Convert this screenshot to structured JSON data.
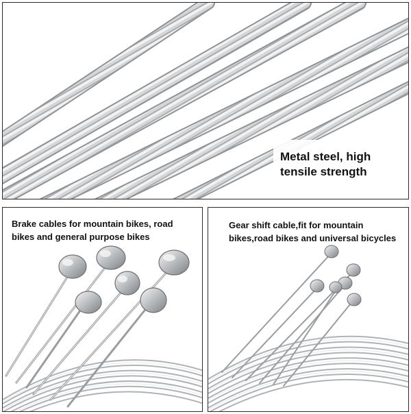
{
  "panels": {
    "top": {
      "caption": "Metal steel, high tensile strength"
    },
    "left": {
      "caption": "Brake cables for mountain bikes, road bikes and general purpose bikes"
    },
    "right": {
      "caption": "Gear shift cable,fit for mountain bikes,road bikes and universal bicycles"
    }
  },
  "colors": {
    "cable_light": "#f0f0f0",
    "cable_mid": "#c2c4c6",
    "cable_dark": "#8c8f92",
    "border": "#2a2a2a"
  }
}
